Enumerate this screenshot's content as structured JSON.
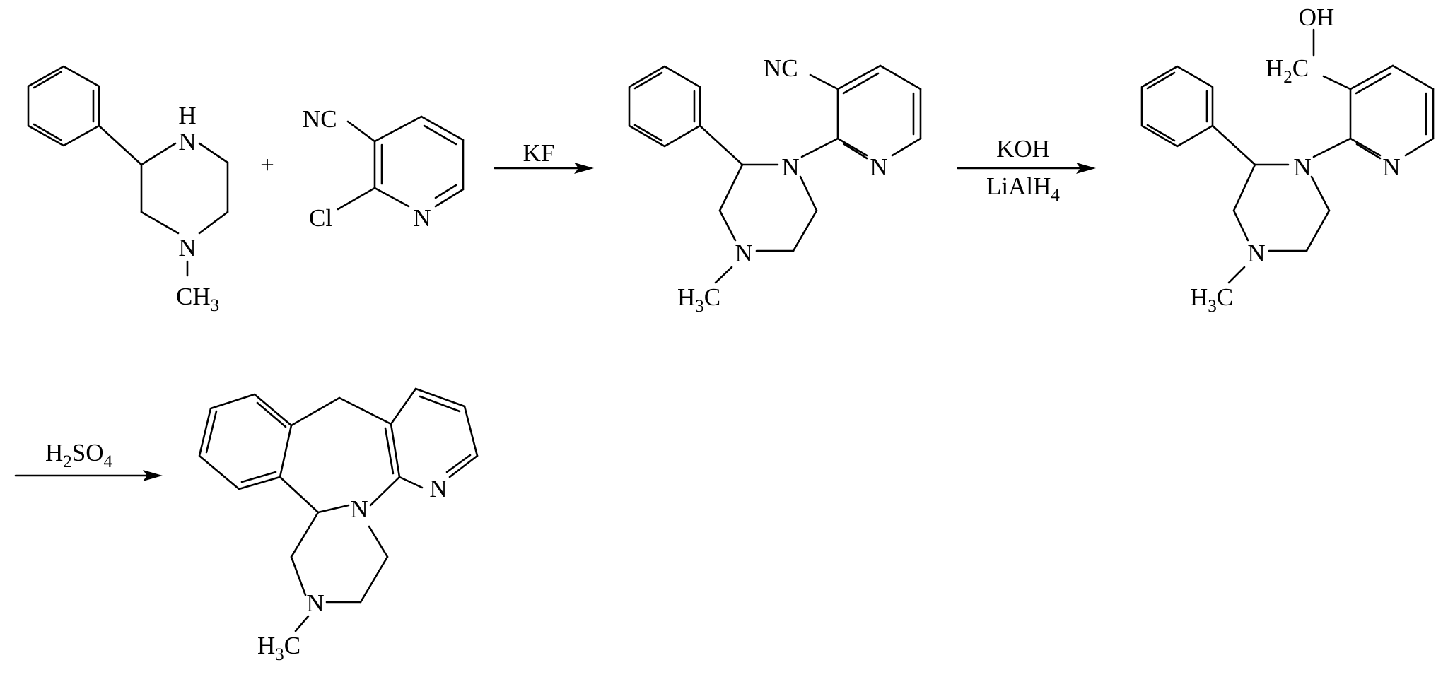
{
  "scheme": {
    "plus": "+",
    "reactant1": {
      "nh_h": "H",
      "nh_n": "N",
      "n_methyl_n": "N",
      "ch3_c": "CH",
      "ch3_sub": "3"
    },
    "reactant2": {
      "nc": "NC",
      "cl": "Cl",
      "ring_n": "N"
    },
    "step1": {
      "reagent": "KF"
    },
    "intermediate1": {
      "nc": "NC",
      "ring_n": "N",
      "pip_n1": "N",
      "pip_n4": "N",
      "h3c_h": "H",
      "h3c_sub": "3",
      "h3c_c": "C"
    },
    "step2": {
      "reagent_top": "KOH",
      "reagent_bottom_main": "LiAlH",
      "reagent_bottom_sub": "4"
    },
    "intermediate2": {
      "oh": "OH",
      "h2c_h": "H",
      "h2c_sub": "2",
      "h2c_c": "C",
      "ring_n": "N",
      "pip_n1": "N",
      "pip_n4": "N",
      "h3c_h": "H",
      "h3c_sub": "3",
      "h3c_c": "C"
    },
    "step3": {
      "r_h": "H",
      "r_sub2": "2",
      "r_so": "SO",
      "r_sub4": "4"
    },
    "product": {
      "ring_n": "N",
      "bridge_n": "N",
      "pip_n": "N",
      "h3c_h": "H",
      "h3c_sub": "3",
      "h3c_c": "C"
    }
  }
}
